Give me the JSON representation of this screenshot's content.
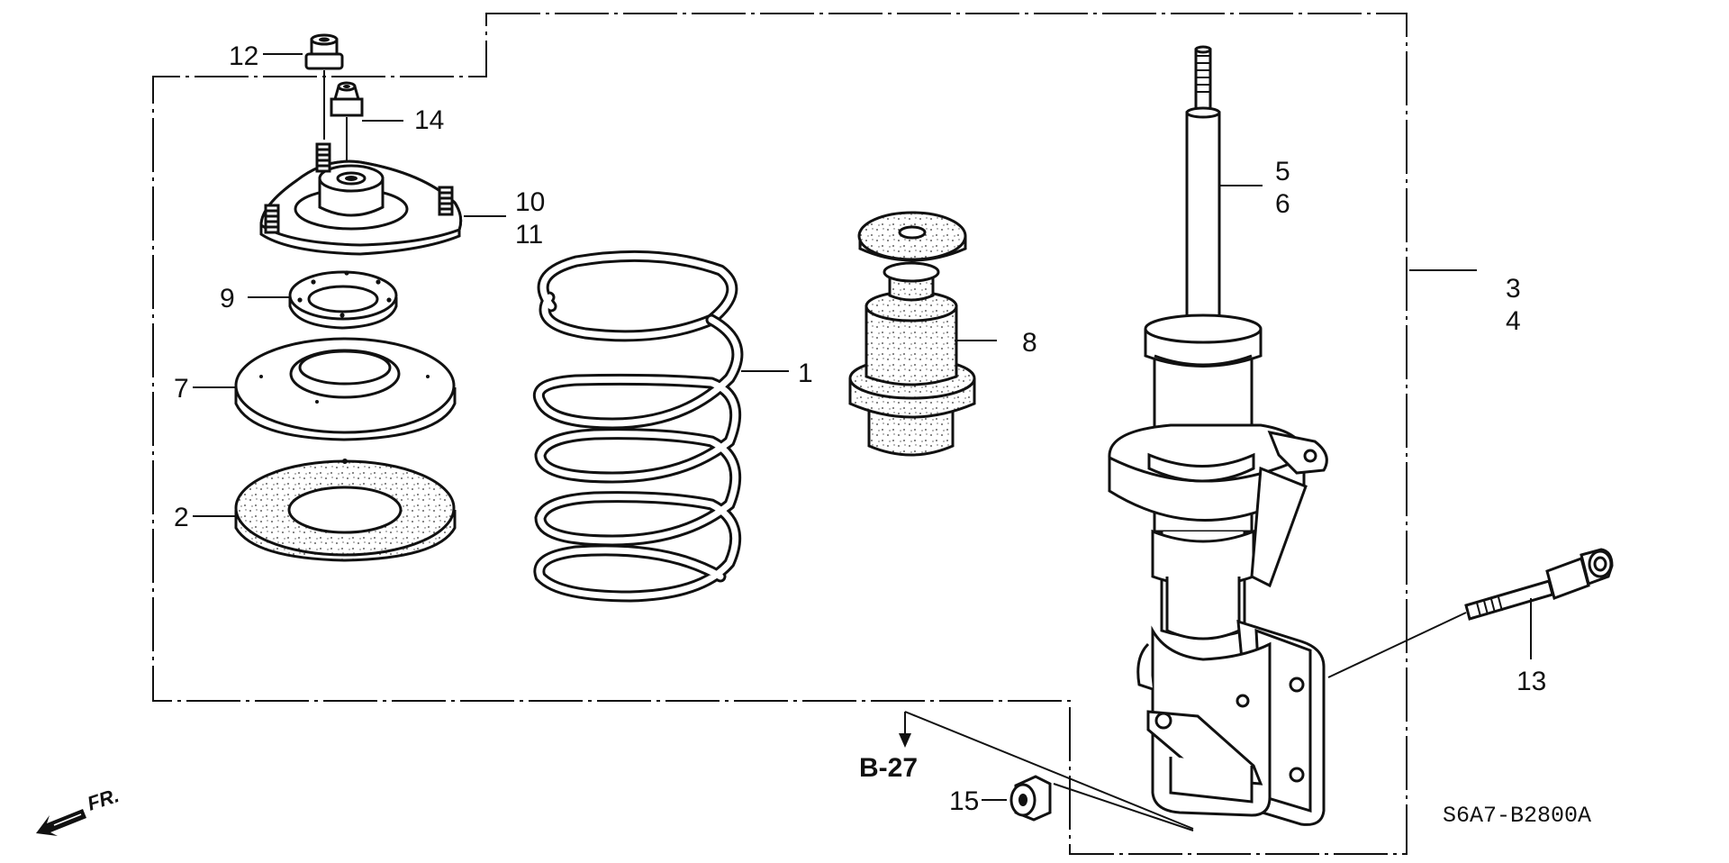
{
  "parts": {
    "p1": "1",
    "p2": "2",
    "p3": "3",
    "p4": "4",
    "p5": "5",
    "p6": "6",
    "p7": "7",
    "p8": "8",
    "p9": "9",
    "p10": "10",
    "p11": "11",
    "p12": "12",
    "p13": "13",
    "p14": "14",
    "p15": "15"
  },
  "reference": "B-27",
  "diagram_code": "S6A7-B2800A",
  "direction": "FR."
}
